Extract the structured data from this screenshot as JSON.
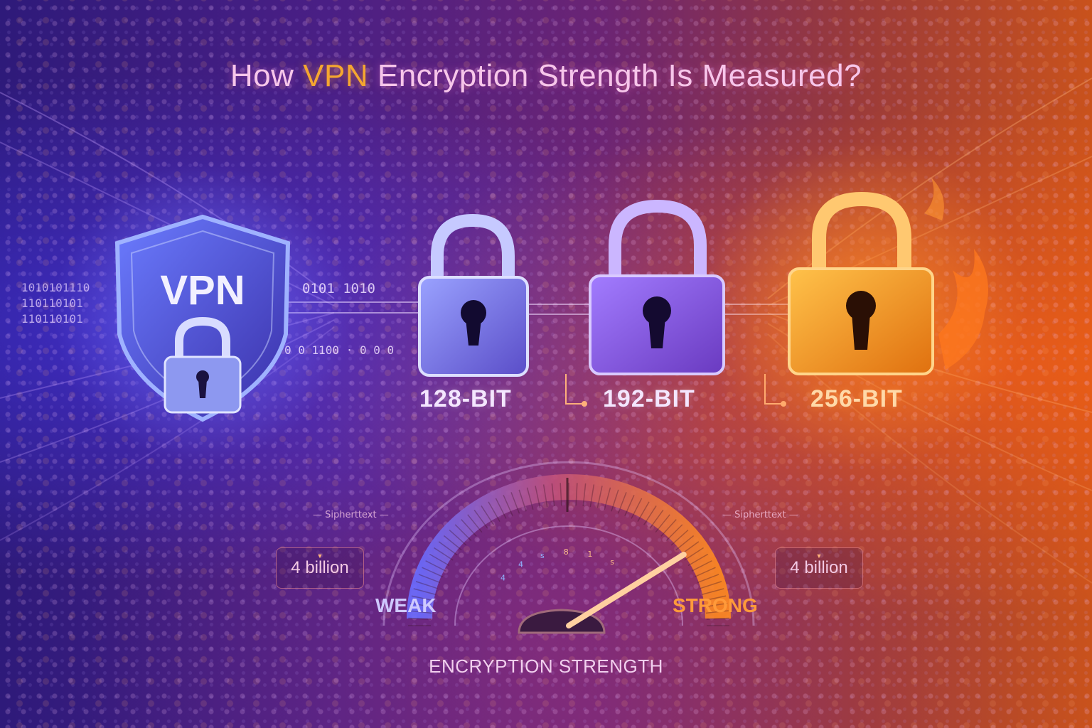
{
  "title": {
    "prefix": "How ",
    "accent": "VPN",
    "suffix": " Encryption Strength Is Measured?"
  },
  "shield": {
    "label": "VPN"
  },
  "binary": {
    "left_lines": [
      "1010101110",
      "110110101",
      "110110101"
    ],
    "mid_top": "0101 1010",
    "mid_bottom": "0 0 1100 · 0 0 0"
  },
  "locks": [
    {
      "label": "128-BIT",
      "color": "#8a86ff"
    },
    {
      "label": "192-BIT",
      "color": "#a56bff"
    },
    {
      "label": "256-BIT",
      "color": "#ff9a1f"
    }
  ],
  "gauge": {
    "weak_label": "WEAK",
    "strong_label": "STRONG",
    "title": "ENCRYPTION STRENGTH",
    "left_side_label": "Sipherttext",
    "right_side_label": "Sipherttext",
    "left_box": "4 billion",
    "right_box": "4 billion",
    "scale_marks": [
      "4",
      "4",
      "s",
      "8",
      "1",
      "s"
    ],
    "needle_level": 0.8
  },
  "colors": {
    "weak": "#6f6cff",
    "strong": "#ff8a1f",
    "accent": "#f5a630"
  }
}
